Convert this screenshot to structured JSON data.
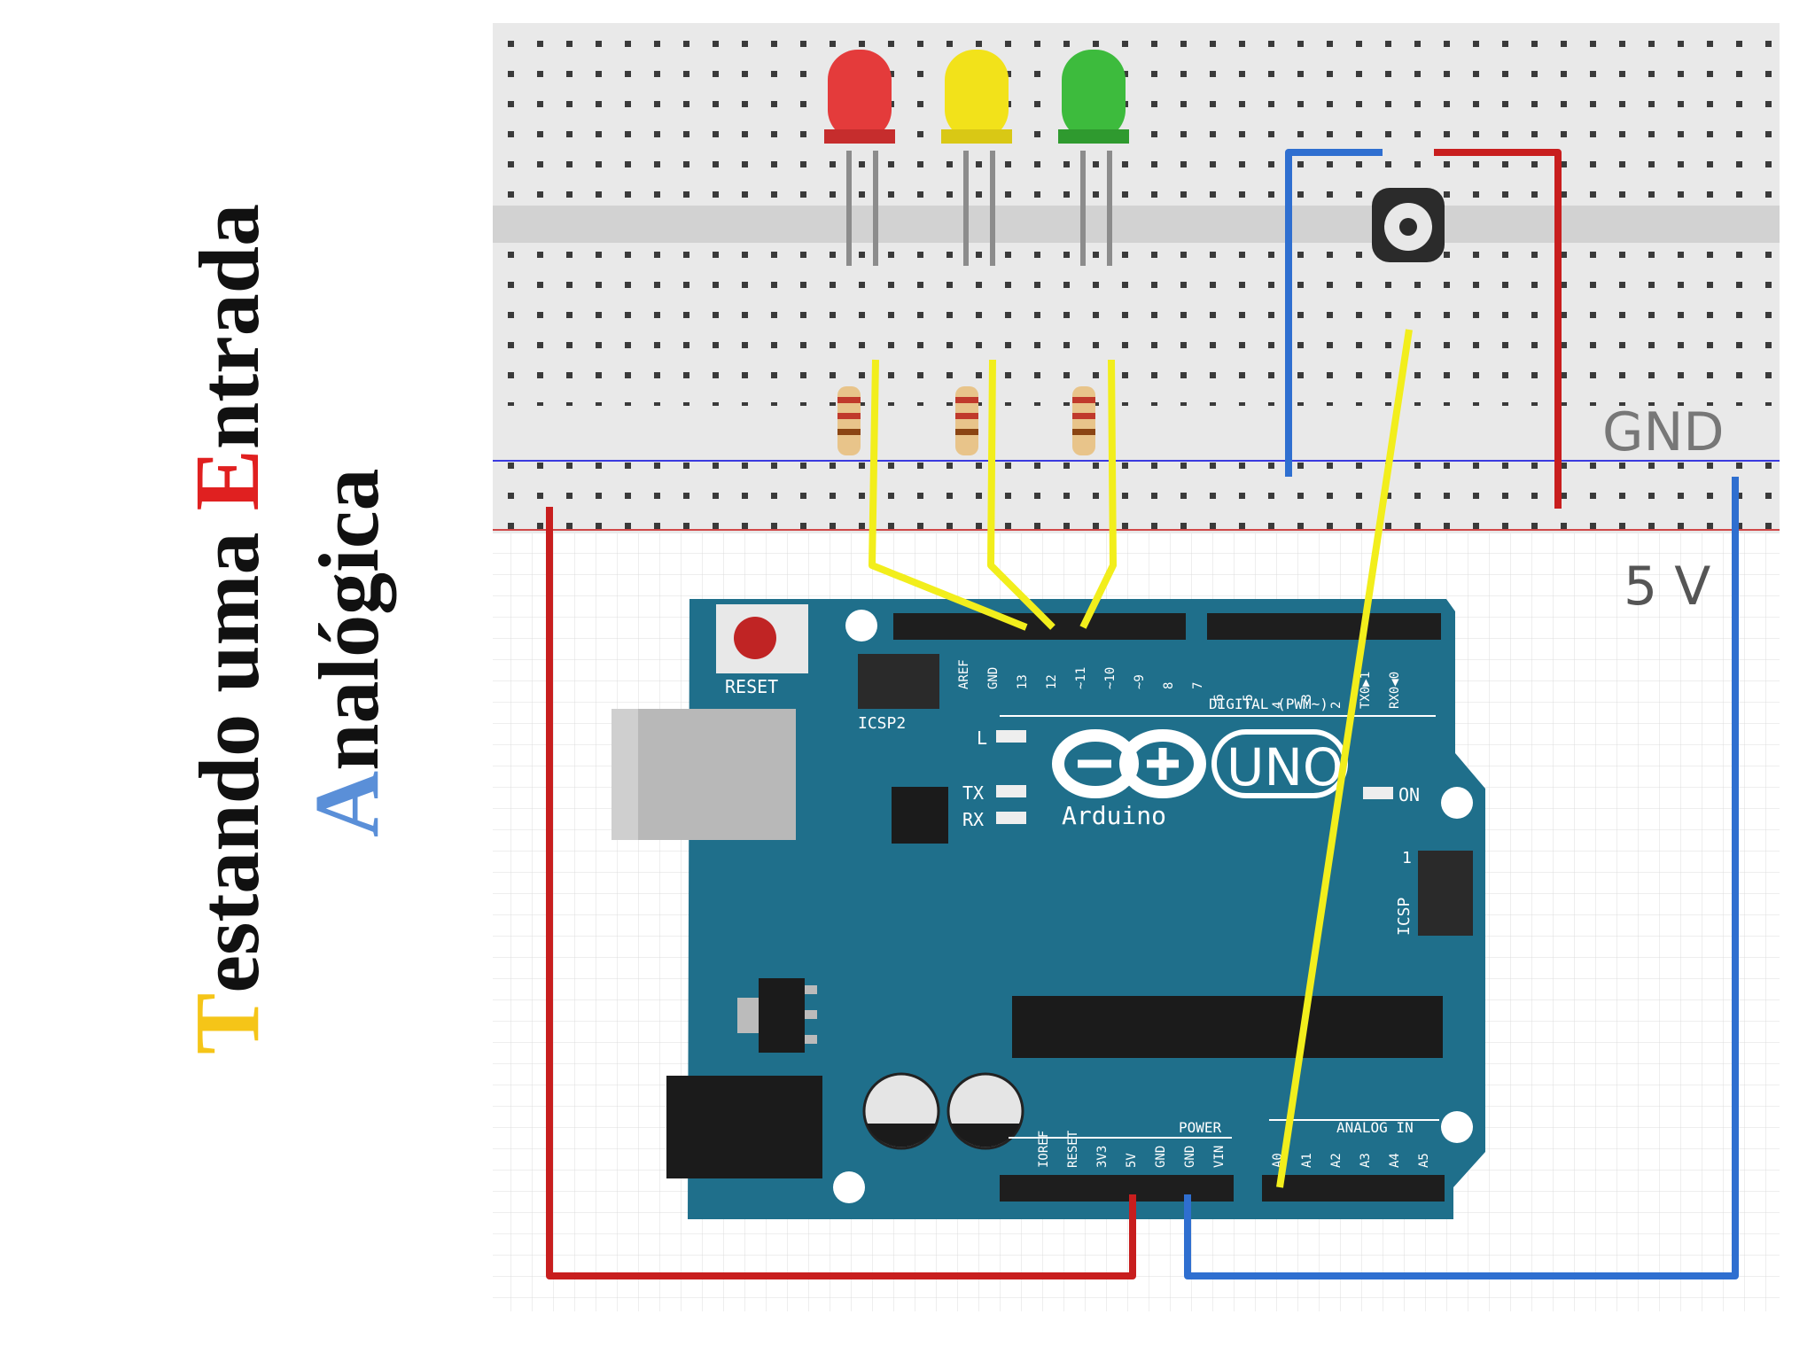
{
  "title": {
    "line1": {
      "cap": "T",
      "rest1": "estando uma ",
      "cap2": "E",
      "rest2": "ntrada"
    },
    "line2": {
      "cap": "A",
      "rest": "nalógica"
    },
    "colors": {
      "T": "#f5c518",
      "E": "#e02020",
      "A": "#5a8fd8"
    }
  },
  "labels": {
    "gnd": "GND",
    "five_v": "5 V"
  },
  "board": {
    "reset": "RESET",
    "icsp2": "ICSP2",
    "icsp": "ICSP",
    "icsp_pin1": "1",
    "digital": "DIGITAL (PWM~)",
    "l": "L",
    "tx": "TX",
    "rx": "RX",
    "on": "ON",
    "uno": "UNO",
    "arduino": "Arduino",
    "power": "POWER",
    "analog_in": "ANALOG IN",
    "digital_pins": [
      "AREF",
      "GND",
      "13",
      "12",
      "~11",
      "~10",
      "~9",
      "8",
      "7",
      "~6",
      "~5",
      "4",
      "~3",
      "2",
      "TX0▶1",
      "RX0◀0"
    ],
    "power_pins": [
      "IOREF",
      "RESET",
      "3V3",
      "5V",
      "GND",
      "GND",
      "VIN"
    ],
    "analog_pins": [
      "A0",
      "A1",
      "A2",
      "A3",
      "A4",
      "A5"
    ]
  },
  "colors": {
    "board": "#1f6f8b",
    "breadboard": "#e6e6e6",
    "wire_red": "#c81e1e",
    "wire_blue": "#2f6fd0",
    "wire_yellow": "#f2ee1c",
    "led_red": "#e43b3b",
    "led_yellow": "#f2e21a",
    "led_green": "#3dbb3d"
  }
}
